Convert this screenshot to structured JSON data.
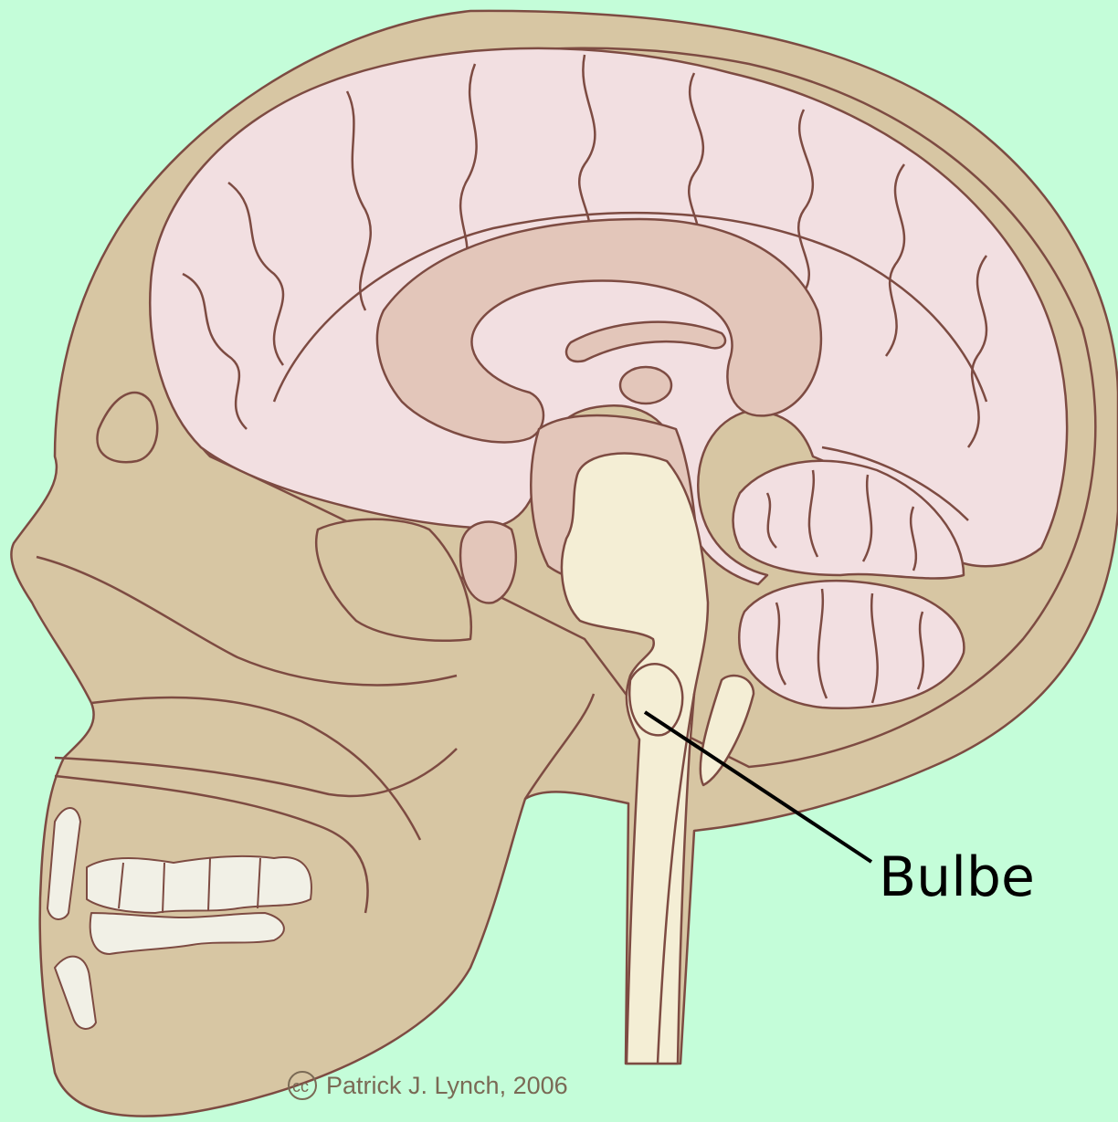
{
  "diagram": {
    "label": "Bulbe",
    "credit": "Patrick J. Lynch, 2006",
    "cc_symbol": "cc"
  },
  "colors": {
    "background": "#c4fdd9",
    "bone": "#d7c6a3",
    "outline": "#7d4b42",
    "cortex": "#f2dfe1",
    "inner_brain": "#e3c6ba",
    "brainstem": "#f4eed5",
    "teeth": "#f1f0e6",
    "pointer": "#000000"
  }
}
